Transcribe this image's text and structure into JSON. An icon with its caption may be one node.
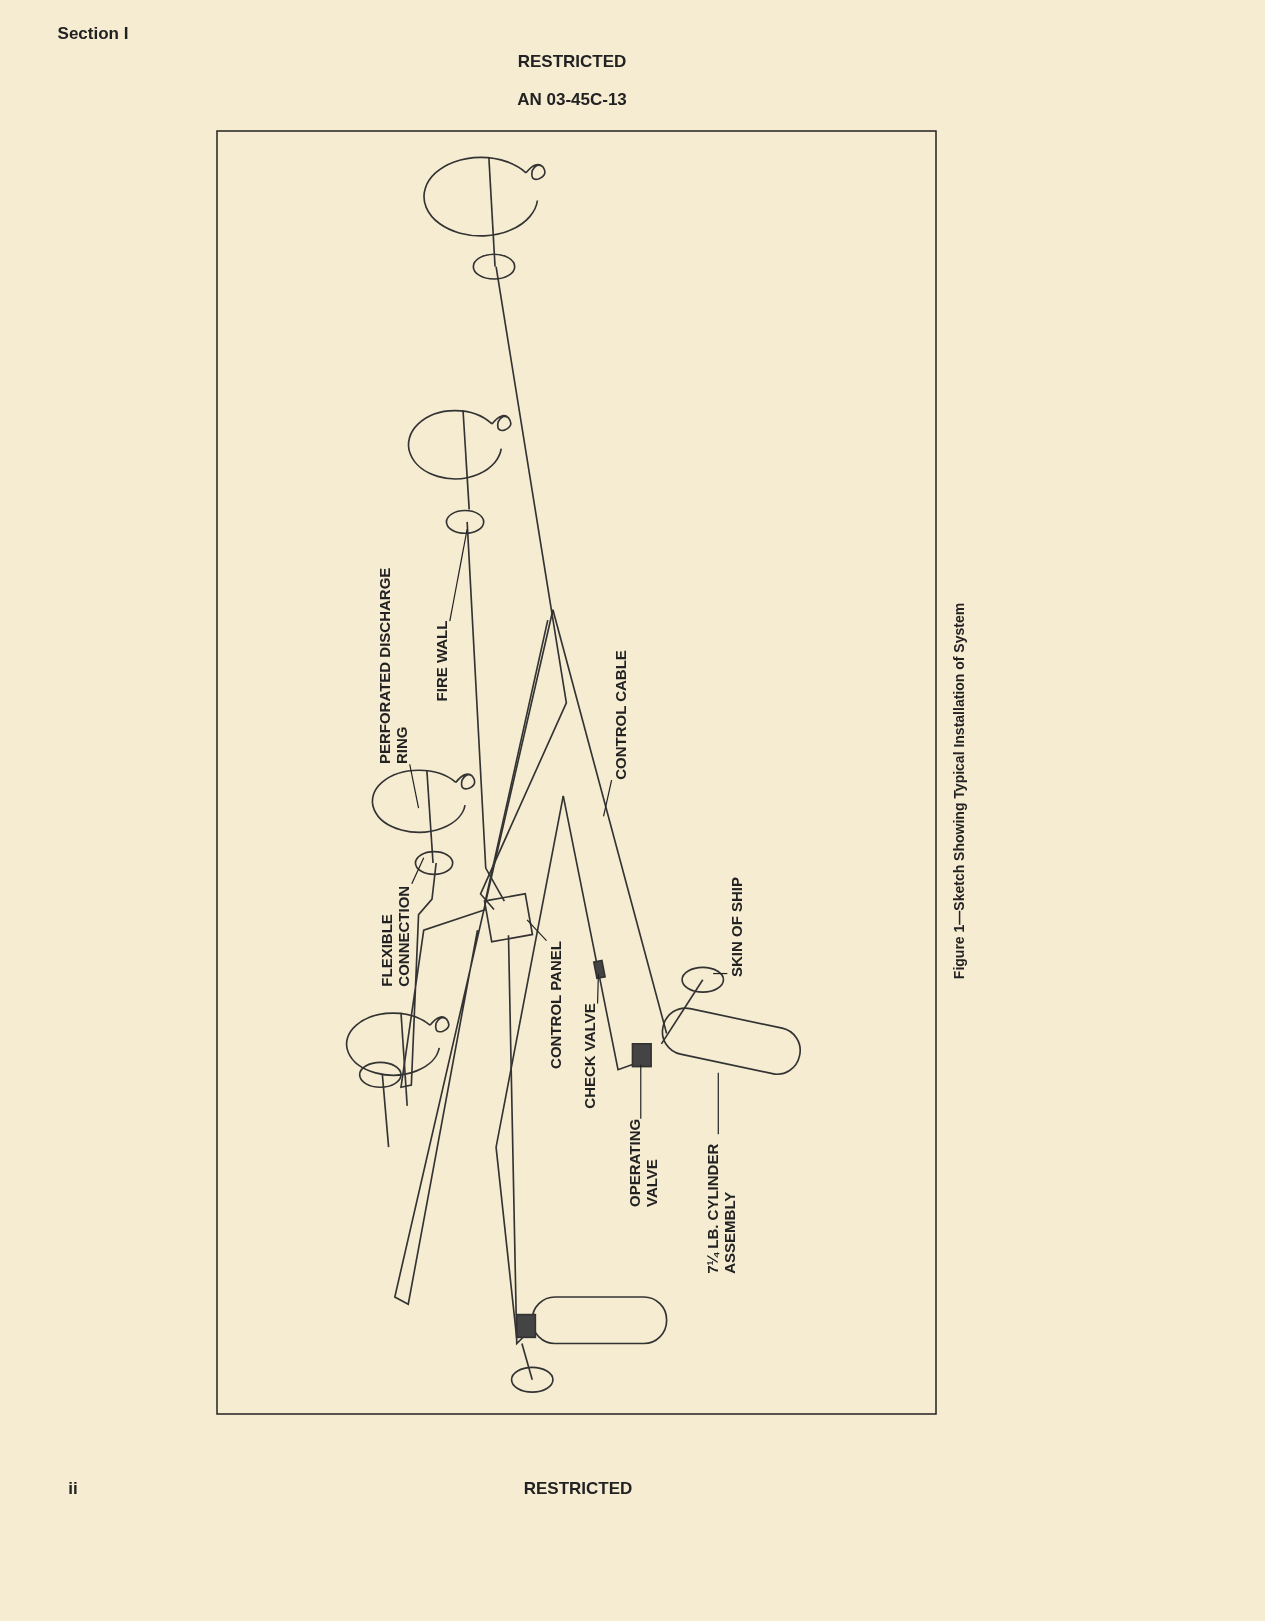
{
  "diagram": {
    "caption": "Figure 1—Sketch Showing Typical Installation of System",
    "nodes": [
      {
        "text": [
          "PERFORATED DISCHARGE RING"
        ]
      },
      {
        "text": [
          "FIRE WALL"
        ]
      },
      {
        "text": [
          "CONTROL CABLE"
        ]
      },
      {
        "text": [
          "FLEXIBLE CONNECTION"
        ]
      },
      {
        "text": [
          "CONTROL PANEL"
        ]
      },
      {
        "text": [
          "CHECK VALVE"
        ]
      },
      {
        "text": [
          "SKIN OF SHIP"
        ]
      },
      {
        "text": [
          "OPERATING VALVE"
        ]
      },
      {
        "text": [
          "7¼ LB. CYLINDER ASSEMBLY"
        ]
      }
    ],
    "edges": [
      {
        "from": 0,
        "to": null,
        "arrow": "none"
      },
      {
        "from": 1,
        "to": null,
        "arrow": "none"
      },
      {
        "from": 2,
        "to": null,
        "arrow": "none"
      },
      {
        "from": 3,
        "to": null,
        "arrow": "none"
      },
      {
        "from": 4,
        "to": null,
        "arrow": "none"
      },
      {
        "from": 5,
        "to": null,
        "arrow": "none"
      },
      {
        "from": 6,
        "to": null,
        "arrow": "none"
      },
      {
        "from": 7,
        "to": null,
        "arrow": "none"
      },
      {
        "from": 8,
        "to": null,
        "arrow": "none"
      }
    ],
    "labels": [
      "Section I",
      "RESTRICTED",
      "AN 03-45C-13",
      "ii",
      "RESTRICTED"
    ]
  }
}
